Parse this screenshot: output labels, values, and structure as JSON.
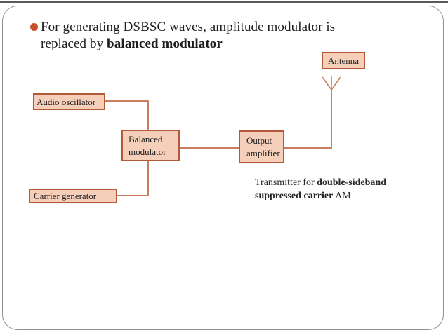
{
  "slide": {
    "title": {
      "line1": "For generating DSBSC waves, amplitude modulator is",
      "line2_regular": "replaced by ",
      "line2_bold": "balanced modulator"
    },
    "diagram": {
      "boxes": {
        "antenna": {
          "label": "Antenna"
        },
        "audio": {
          "label": "Audio oscillator"
        },
        "balanced": {
          "lines": [
            "Balanced",
            "modulator"
          ]
        },
        "output": {
          "lines": [
            "Output",
            "amplifier"
          ]
        },
        "carrier": {
          "label": "Carrier generator"
        }
      },
      "antenna_icon": "antenna-mast-icon"
    },
    "caption": {
      "line1_regular": "Transmitter for ",
      "line1_bold": "double-sideband",
      "line2_bold": "suppressed carrier",
      "line2_regular": " AM"
    },
    "colors": {
      "box_fill": "#f6cfba",
      "box_border": "#b45a3a",
      "connector": "#c97e60",
      "bullet": "#c8502a",
      "title_text": "#1d1d1d",
      "frame_border": "#909090"
    }
  }
}
